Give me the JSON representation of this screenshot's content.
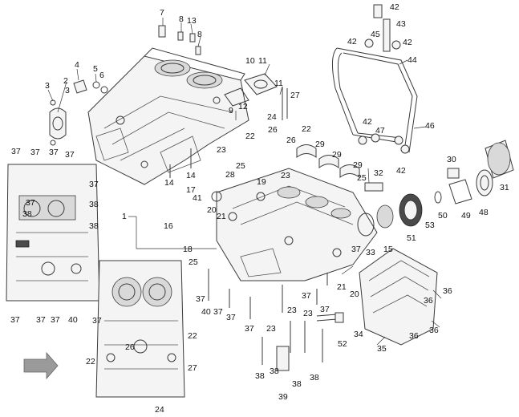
{
  "callouts": [
    {
      "id": "c7",
      "text": "7"
    },
    {
      "id": "c8a",
      "text": "8"
    },
    {
      "id": "c13",
      "text": "13"
    },
    {
      "id": "c8b",
      "text": "8"
    },
    {
      "id": "c4",
      "text": "4"
    },
    {
      "id": "c5",
      "text": "5"
    },
    {
      "id": "c6",
      "text": "6"
    },
    {
      "id": "c3",
      "text": "3"
    },
    {
      "id": "c2",
      "text": "2"
    },
    {
      "id": "c3b",
      "text": "3"
    },
    {
      "id": "c10",
      "text": "10"
    },
    {
      "id": "c11a",
      "text": "11"
    },
    {
      "id": "c11b",
      "text": "11"
    },
    {
      "id": "c12",
      "text": "12"
    },
    {
      "id": "c9",
      "text": "9"
    },
    {
      "id": "c27a",
      "text": "27"
    },
    {
      "id": "c42a",
      "text": "42"
    },
    {
      "id": "c43",
      "text": "43"
    },
    {
      "id": "c42b",
      "text": "42"
    },
    {
      "id": "c45",
      "text": "45"
    },
    {
      "id": "c42c",
      "text": "42"
    },
    {
      "id": "c44",
      "text": "44"
    },
    {
      "id": "c46",
      "text": "46"
    },
    {
      "id": "c42d",
      "text": "42"
    },
    {
      "id": "c47",
      "text": "47"
    },
    {
      "id": "c42e",
      "text": "42"
    },
    {
      "id": "c24a",
      "text": "24"
    },
    {
      "id": "c26a",
      "text": "26"
    },
    {
      "id": "c26b",
      "text": "26"
    },
    {
      "id": "c22a",
      "text": "22"
    },
    {
      "id": "c22b",
      "text": "22"
    },
    {
      "id": "c23a",
      "text": "23"
    },
    {
      "id": "c29a",
      "text": "29"
    },
    {
      "id": "c29b",
      "text": "29"
    },
    {
      "id": "c29c",
      "text": "29"
    },
    {
      "id": "c23b",
      "text": "23"
    },
    {
      "id": "c28",
      "text": "28"
    },
    {
      "id": "c25a",
      "text": "25"
    },
    {
      "id": "c25b",
      "text": "25"
    },
    {
      "id": "c32",
      "text": "32"
    },
    {
      "id": "c30",
      "text": "30"
    },
    {
      "id": "c31",
      "text": "31"
    },
    {
      "id": "c19",
      "text": "19"
    },
    {
      "id": "c14a",
      "text": "14"
    },
    {
      "id": "c14b",
      "text": "14"
    },
    {
      "id": "c37a",
      "text": "37"
    },
    {
      "id": "c37b",
      "text": "37"
    },
    {
      "id": "c37c",
      "text": "37"
    },
    {
      "id": "c37d",
      "text": "37"
    },
    {
      "id": "c37e",
      "text": "37"
    },
    {
      "id": "c37f",
      "text": "37"
    },
    {
      "id": "c38a",
      "text": "38"
    },
    {
      "id": "c38b",
      "text": "38"
    },
    {
      "id": "c38c",
      "text": "38"
    },
    {
      "id": "c37g",
      "text": "37"
    },
    {
      "id": "c37h",
      "text": "37"
    },
    {
      "id": "c37i",
      "text": "37"
    },
    {
      "id": "c40a",
      "text": "40"
    },
    {
      "id": "c1",
      "text": "1"
    },
    {
      "id": "c17",
      "text": "17"
    },
    {
      "id": "c41",
      "text": "41"
    },
    {
      "id": "c16",
      "text": "16"
    },
    {
      "id": "c18",
      "text": "18"
    },
    {
      "id": "c20a",
      "text": "20"
    },
    {
      "id": "c21a",
      "text": "21"
    },
    {
      "id": "c33",
      "text": "33"
    },
    {
      "id": "c15",
      "text": "15"
    },
    {
      "id": "c51",
      "text": "51"
    },
    {
      "id": "c53",
      "text": "53"
    },
    {
      "id": "c50",
      "text": "50"
    },
    {
      "id": "c49",
      "text": "49"
    },
    {
      "id": "c48",
      "text": "48"
    },
    {
      "id": "c37j",
      "text": "37"
    },
    {
      "id": "c25c",
      "text": "25"
    },
    {
      "id": "c21b",
      "text": "21"
    },
    {
      "id": "c20b",
      "text": "20"
    },
    {
      "id": "c36a",
      "text": "36"
    },
    {
      "id": "c36b",
      "text": "36"
    },
    {
      "id": "c36c",
      "text": "36"
    },
    {
      "id": "c36d",
      "text": "36"
    },
    {
      "id": "c40b",
      "text": "40"
    },
    {
      "id": "c37k",
      "text": "37"
    },
    {
      "id": "c37l",
      "text": "37"
    },
    {
      "id": "c37m",
      "text": "37"
    },
    {
      "id": "c23c",
      "text": "23"
    },
    {
      "id": "c23d",
      "text": "23"
    },
    {
      "id": "c37n",
      "text": "37"
    },
    {
      "id": "c23e",
      "text": "23"
    },
    {
      "id": "c37o",
      "text": "37"
    },
    {
      "id": "c52",
      "text": "52"
    },
    {
      "id": "c34",
      "text": "34"
    },
    {
      "id": "c35",
      "text": "35"
    },
    {
      "id": "c22c",
      "text": "22"
    },
    {
      "id": "c26c",
      "text": "26"
    },
    {
      "id": "c22d",
      "text": "22"
    },
    {
      "id": "c27b",
      "text": "27"
    },
    {
      "id": "c24b",
      "text": "24"
    },
    {
      "id": "c38d",
      "text": "38"
    },
    {
      "id": "c38e",
      "text": "38"
    },
    {
      "id": "c38f",
      "text": "38"
    },
    {
      "id": "c38g",
      "text": "38"
    },
    {
      "id": "c39",
      "text": "39"
    },
    {
      "id": "c37p",
      "text": "37"
    },
    {
      "id": "c37q",
      "text": "37"
    }
  ],
  "colors": {
    "ink": "#3a3a3a",
    "background": "#ffffff",
    "arrow": "#888888"
  }
}
